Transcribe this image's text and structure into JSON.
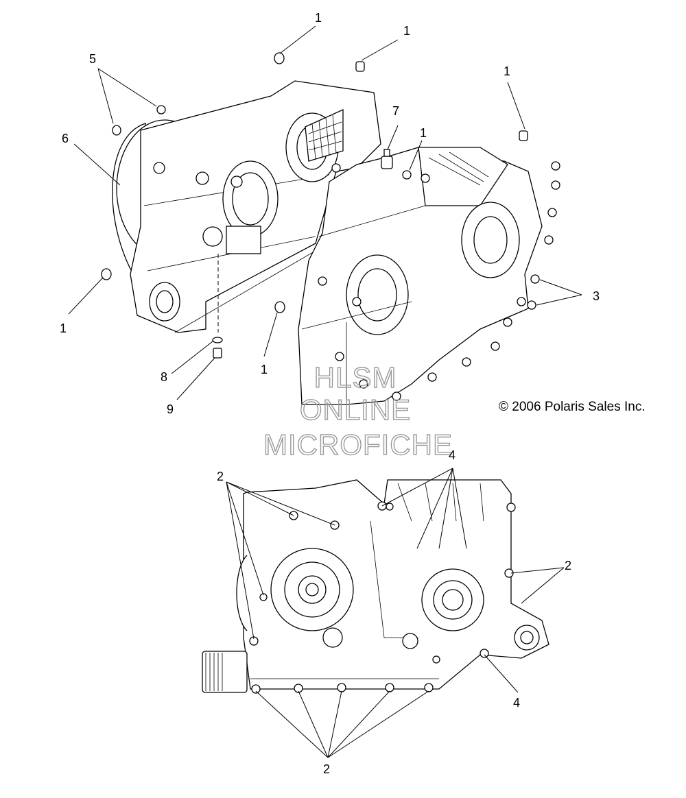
{
  "diagram": {
    "copyright": "© 2006 Polaris Sales Inc.",
    "watermark": [
      "HLSM",
      "ONLINE",
      "MICROFICHE"
    ],
    "callouts": {
      "c1a": "1",
      "c1b": "1",
      "c1c": "1",
      "c1d": "1",
      "c1e": "1",
      "c1f": "1",
      "c2a": "2",
      "c2b": "2",
      "c2c": "2",
      "c3": "3",
      "c4a": "4",
      "c4b": "4",
      "c5": "5",
      "c6": "6",
      "c7": "7",
      "c8": "8",
      "c9": "9"
    }
  }
}
